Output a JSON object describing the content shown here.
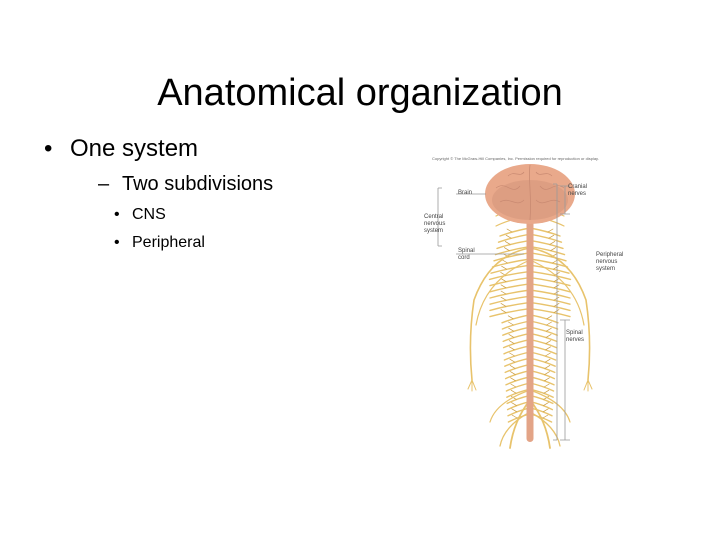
{
  "slide": {
    "title": "Anatomical organization",
    "bullets": {
      "level1": {
        "marker": "•",
        "text": "One system"
      },
      "level2": {
        "marker": "–",
        "text": "Two subdivisions"
      },
      "level3": [
        {
          "marker": "•",
          "text": "CNS"
        },
        {
          "marker": "•",
          "text": "Peripheral"
        }
      ]
    }
  },
  "figure": {
    "copyright": "Copyright © The McGraw-Hill Companies, Inc. Permission required for reproduction or display.",
    "labels": {
      "brain": "Brain",
      "cranial_nerves": [
        "Cranial",
        "nerves"
      ],
      "central_nervous_system": [
        "Central",
        "nervous",
        "system"
      ],
      "spinal_cord": [
        "Spinal",
        "cord"
      ],
      "peripheral_nervous_system": [
        "Peripheral",
        "nervous",
        "system"
      ],
      "spinal_nerves": [
        "Spinal",
        "nerves"
      ]
    },
    "colors": {
      "brain": "#e9a98b",
      "brain_shadow": "#c98a72",
      "cord": "#e3a487",
      "nerves": "#e8c36c",
      "nerves_dark": "#c99a3d",
      "bracket": "#999999"
    }
  }
}
